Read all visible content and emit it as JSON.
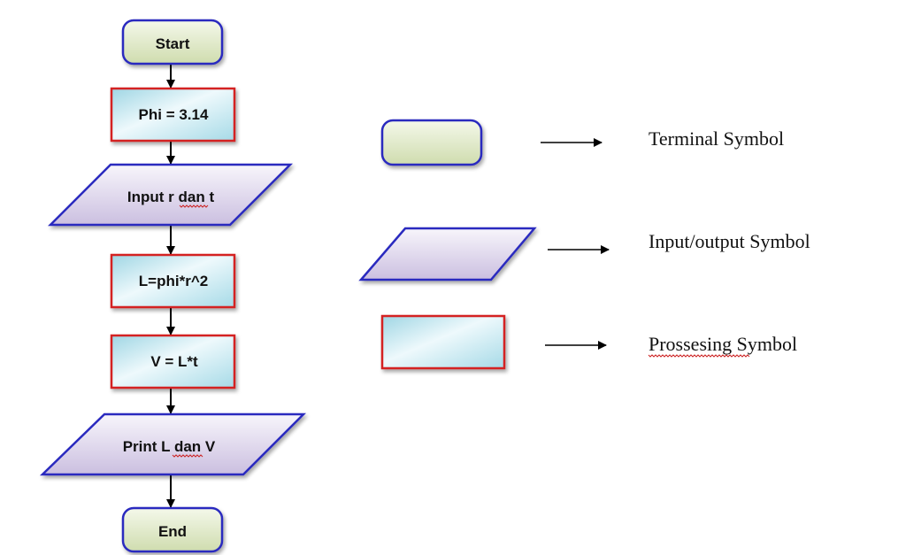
{
  "flowchart": {
    "start": "Start",
    "init": "Phi = 3.14",
    "input_prefix": "Input r ",
    "input_dan": "dan",
    "input_suffix": " t",
    "calc_l": "L=phi*r^2",
    "calc_v": "V = L*t",
    "print_prefix": "Print L ",
    "print_dan": "dan",
    "print_suffix": " V",
    "end": "End"
  },
  "legend": {
    "terminal_label": "Terminal Symbol",
    "io_label": "Input/output Symbol",
    "process_word": "Prossesing",
    "process_suffix": " Symbol"
  },
  "colors": {
    "terminal_border": "#2b2bbf",
    "terminal_fill_top": "#f4f8ea",
    "terminal_fill_bottom": "#cfdcae",
    "io_border": "#2b2bbf",
    "io_fill_top": "#f7f5fb",
    "io_fill_bottom": "#cbbfe0",
    "process_border": "#d42020",
    "process_fill_top": "#eef9fc",
    "process_fill_bottom": "#9fd6e4",
    "arrow": "#000000",
    "spellcheck": "#cc2222"
  }
}
